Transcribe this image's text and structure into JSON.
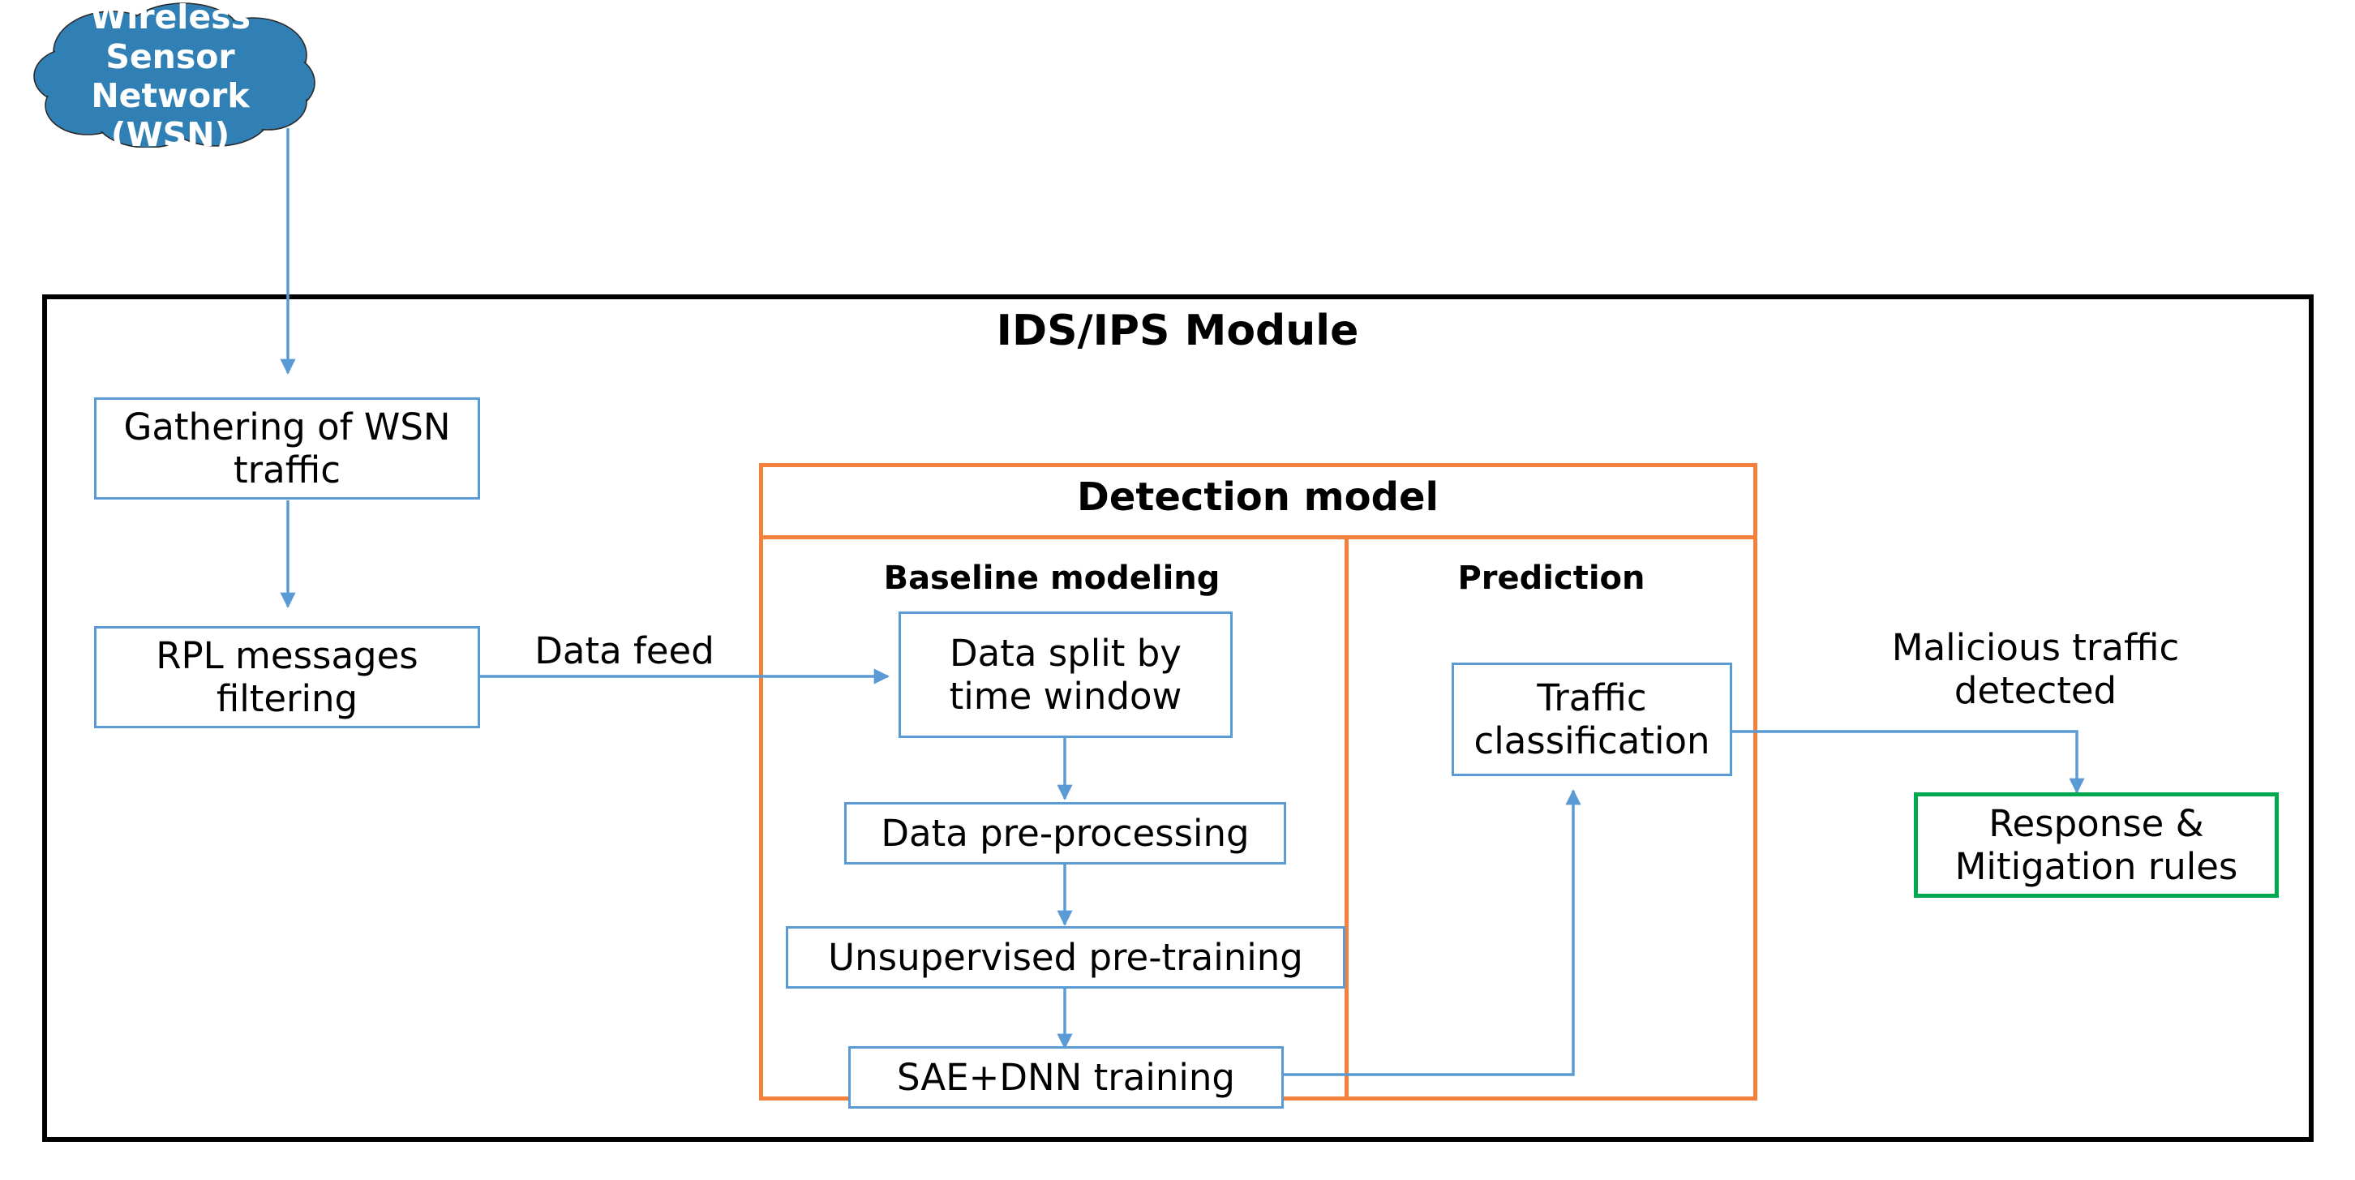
{
  "diagram": {
    "title": "IDS/IPS Module",
    "cloud": {
      "name": "Wireless Sensor Network cloud",
      "lines": [
        "Wireless",
        "Sensor",
        "Network",
        "(WSN)"
      ],
      "fill_color": "#3180B5",
      "text_color": "#FFFFFF"
    },
    "module": {
      "label": "IDS/IPS Module",
      "border_color": "#000000"
    },
    "left_stage_boxes": [
      {
        "id": "gathering",
        "lines": [
          "Gathering of WSN",
          "traffic"
        ],
        "border_color": "#5B9BD5"
      },
      {
        "id": "rpl_filtering",
        "lines": [
          "RPL messages",
          "filtering"
        ],
        "border_color": "#5B9BD5"
      }
    ],
    "detection_model": {
      "label": "Detection model",
      "border_color": "#F4803E",
      "columns": [
        {
          "id": "baseline",
          "label": "Baseline modeling",
          "boxes": [
            {
              "id": "data_split",
              "lines": [
                "Data split by",
                "time window"
              ],
              "border_color": "#5B9BD5"
            },
            {
              "id": "pre_processing",
              "lines": [
                "Data pre-processing"
              ],
              "border_color": "#5B9BD5"
            },
            {
              "id": "unsup_pretrain",
              "lines": [
                "Unsupervised pre-training"
              ],
              "border_color": "#5B9BD5"
            },
            {
              "id": "sae_dnn",
              "lines": [
                "SAE+DNN training"
              ],
              "border_color": "#5B9BD5"
            }
          ]
        },
        {
          "id": "prediction",
          "label": "Prediction",
          "boxes": [
            {
              "id": "traffic_classification",
              "lines": [
                "Traffic",
                "classification"
              ],
              "border_color": "#5B9BD5"
            }
          ]
        }
      ]
    },
    "output_box": {
      "id": "response_mitigation",
      "lines": [
        "Response &",
        "Mitigation rules"
      ],
      "border_color": "#00A94F"
    },
    "edge_labels": [
      {
        "id": "data_feed",
        "lines": [
          "Data feed"
        ]
      },
      {
        "id": "malicious_detected",
        "lines": [
          "Malicious traffic",
          "detected"
        ]
      }
    ],
    "connector_color": "#5B9BD5"
  }
}
